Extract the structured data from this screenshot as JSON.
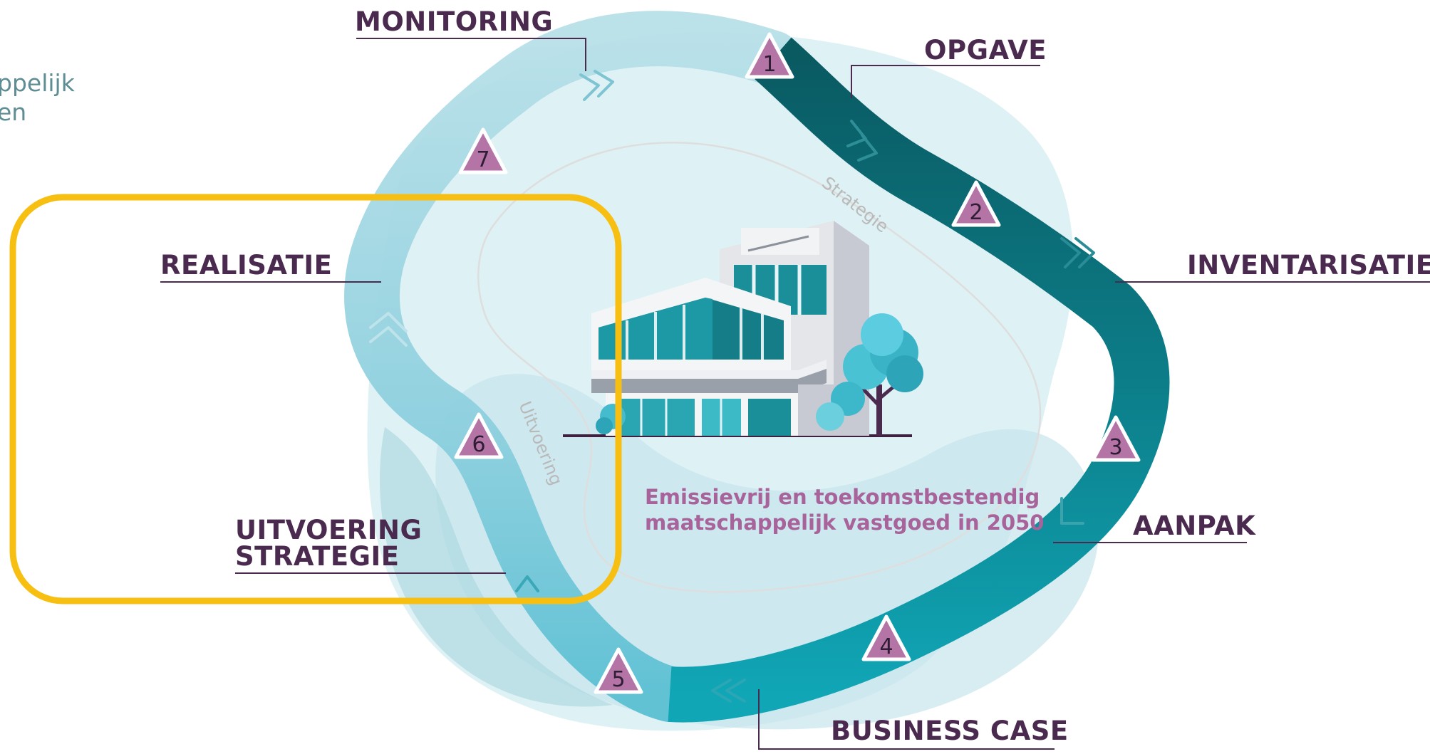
{
  "cut_text": {
    "line1": "ppelijk",
    "line2": "en"
  },
  "center_text": {
    "line1": "Emissievrij en toekomstbestendig",
    "line2": "maatschappelijk vastgoed in 2050"
  },
  "arc_labels": {
    "strategie": "Strategie",
    "uitvoering": "Uitvoering"
  },
  "steps": [
    {
      "number": "1",
      "label": "OPGAVE"
    },
    {
      "number": "2",
      "label": "INVENTARISATIE"
    },
    {
      "number": "3",
      "label": "AANPAK"
    },
    {
      "number": "4",
      "label": "BUSINESS CASE"
    },
    {
      "number": "5",
      "label": "UITVOERING STRATEGIE",
      "label_lines": [
        "UITVOERING",
        "STRATEGIE"
      ]
    },
    {
      "number": "6",
      "label": "REALISATIE"
    },
    {
      "number": "7",
      "label": "MONITORING"
    }
  ],
  "colors": {
    "title": "#4a2a4e",
    "goal_text": "#a8639a",
    "badge": "#b474a6",
    "highlight": "#f6bf12",
    "band_dark": "#0b5f66",
    "band_mid": "#0d8a96",
    "band_light": "#63c3d5",
    "band_pale": "#a9d9e3"
  },
  "icons": [
    "building-illustration",
    "tree-illustration",
    "chevron-arrow-icon",
    "step-badge-triangle"
  ]
}
